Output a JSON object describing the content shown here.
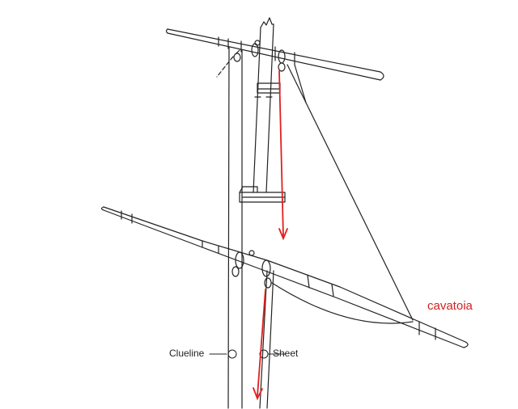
{
  "labels": {
    "clueline": "Clueline",
    "sheet": "Sheet",
    "cavatoia": "cavatoia"
  },
  "colors": {
    "ink": "#222222",
    "highlight": "#e02020",
    "accent_text": "#d42020"
  }
}
